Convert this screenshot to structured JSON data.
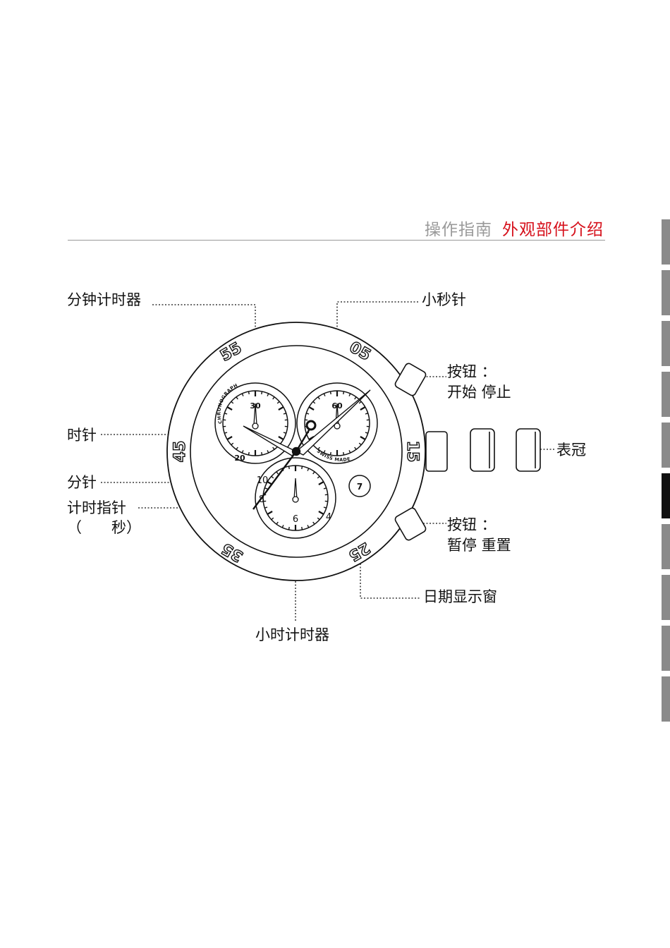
{
  "header": {
    "section": "操作指南",
    "current": "外观部件介绍",
    "accent_color": "#d6101b",
    "section_color": "#9a9a9a"
  },
  "side_tabs": {
    "count": 9,
    "active_index": 5
  },
  "labels": {
    "minute_counter": "分钟计时器",
    "small_seconds": "小秒针",
    "hour_hand": "时针",
    "minute_hand": "分针",
    "chrono_hand": "计时指针",
    "chrono_hand_sub": "（　　秒）",
    "hour_counter": "小时计时器",
    "date_window": "日期显示窗",
    "crown": "表冠",
    "button_top_line1": "按钮 ：",
    "button_top_line2": "开始 停止",
    "button_bottom_line1": "按钮 ：",
    "button_bottom_line2": "暂停 重置"
  },
  "watch": {
    "bezel_numbers": [
      "05",
      "15",
      "25",
      "35",
      "45",
      "55"
    ],
    "minute_counter_numbers": [
      "30",
      "20"
    ],
    "seconds_counter_numbers": [
      "60"
    ],
    "hour_counter_numbers": [
      "10",
      "8",
      "6",
      "4"
    ],
    "dial_text_chrono": "CHRONOGRAPH",
    "dial_text_swiss": "SWISS MADE",
    "date_value": "7"
  }
}
